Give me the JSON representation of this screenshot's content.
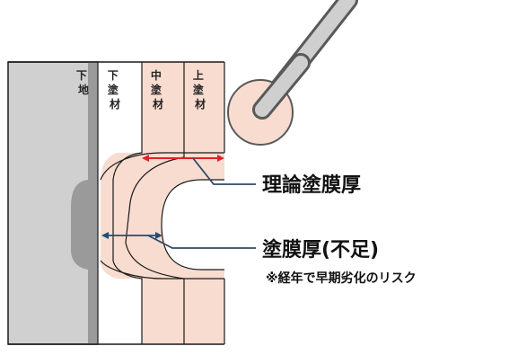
{
  "colors": {
    "substrate": "#d0d0d0",
    "substrate_dark": "#9a9a9a",
    "undercoat": "#ffffff",
    "coat_fill": "#f8dccf",
    "outline": "#1a1a1a",
    "theoretical_arrow": "#e0202a",
    "actual_arrow": "#1f4e79",
    "leader_line": "#2f4a66",
    "tool_fill": "#f8dccf",
    "tool_stroke": "#595959",
    "tool_handle": "#cfcfcf"
  },
  "layers": {
    "substrate": "下地",
    "undercoat": "下塗材",
    "middlecoat": "中塗材",
    "topcoat": "上塗材"
  },
  "labels": {
    "theoretical_thickness": "理論塗膜厚",
    "actual_thickness": "塗膜厚(不足)",
    "risk_note": "※経年で早期劣化のリスク"
  },
  "icons": {
    "tool": "roller-brush-icon"
  }
}
